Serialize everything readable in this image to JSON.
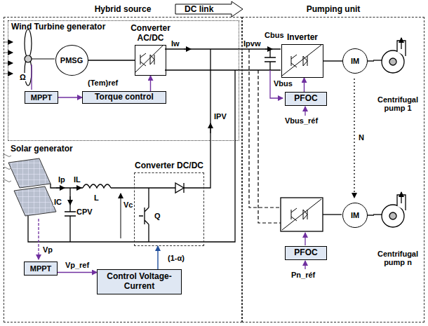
{
  "diagram": {
    "nodes": [
      {
        "text": [
          "Hybrid source"
        ]
      },
      {
        "text": [
          "Pumping unit"
        ]
      },
      {
        "text": [
          "Wind Turbine generator"
        ],
        "in": 0
      },
      {
        "text": [
          "PMSG"
        ],
        "in": 2
      },
      {
        "text": [
          "Converter AC/DC"
        ],
        "in": 2
      },
      {
        "text": [
          "MPPT"
        ],
        "in": 2
      },
      {
        "text": [
          "Torque control"
        ],
        "in": 2
      },
      {
        "text": [
          "Converter DC/DC"
        ],
        "in": 0
      },
      {
        "text": [
          "MPPT"
        ],
        "in": 0
      },
      {
        "text": [
          "Control Voltage-Current"
        ],
        "in": 0
      },
      {
        "text": [
          "Inverter"
        ],
        "in": 1
      },
      {
        "text": [
          "PFOC"
        ],
        "in": 1
      },
      {
        "text": [
          "IM"
        ],
        "in": 1
      },
      {
        "text": [
          "Centrifugal pump 1"
        ],
        "in": 1
      },
      {
        "text": [
          "PFOC"
        ],
        "in": 1
      },
      {
        "text": [
          "IM"
        ],
        "in": 1
      },
      {
        "text": [
          "Centrifugal pump n"
        ],
        "in": 1
      }
    ],
    "edges": [
      {
        "from": 3,
        "to": 4,
        "arrow": "none"
      },
      {
        "from": 5,
        "to": 6,
        "arrow": "to"
      },
      {
        "from": 6,
        "to": 4,
        "arrow": "to"
      },
      {
        "from": 8,
        "to": 9,
        "label": "Vp_ref",
        "arrow": "to"
      },
      {
        "from": 9,
        "to": 7,
        "label": "(1-α)",
        "arrow": "to"
      },
      {
        "from": 11,
        "to": 10,
        "arrow": "to"
      },
      {
        "from": 10,
        "to": 12,
        "arrow": "none"
      },
      {
        "from": 12,
        "to": 13,
        "arrow": "none"
      },
      {
        "from": 15,
        "to": 16,
        "arrow": "none"
      }
    ],
    "labels": [
      "DC link",
      "Ω",
      "(Tem)ref",
      "Iw",
      "Ipvw",
      "Cbus",
      "IPV",
      "Solar generator",
      "Ip",
      "IL",
      "L",
      "IC",
      "CPV",
      "Vc",
      "Q",
      "Vp",
      "Vbus",
      "Vbus_réf",
      "N",
      "Pn_réf"
    ]
  }
}
